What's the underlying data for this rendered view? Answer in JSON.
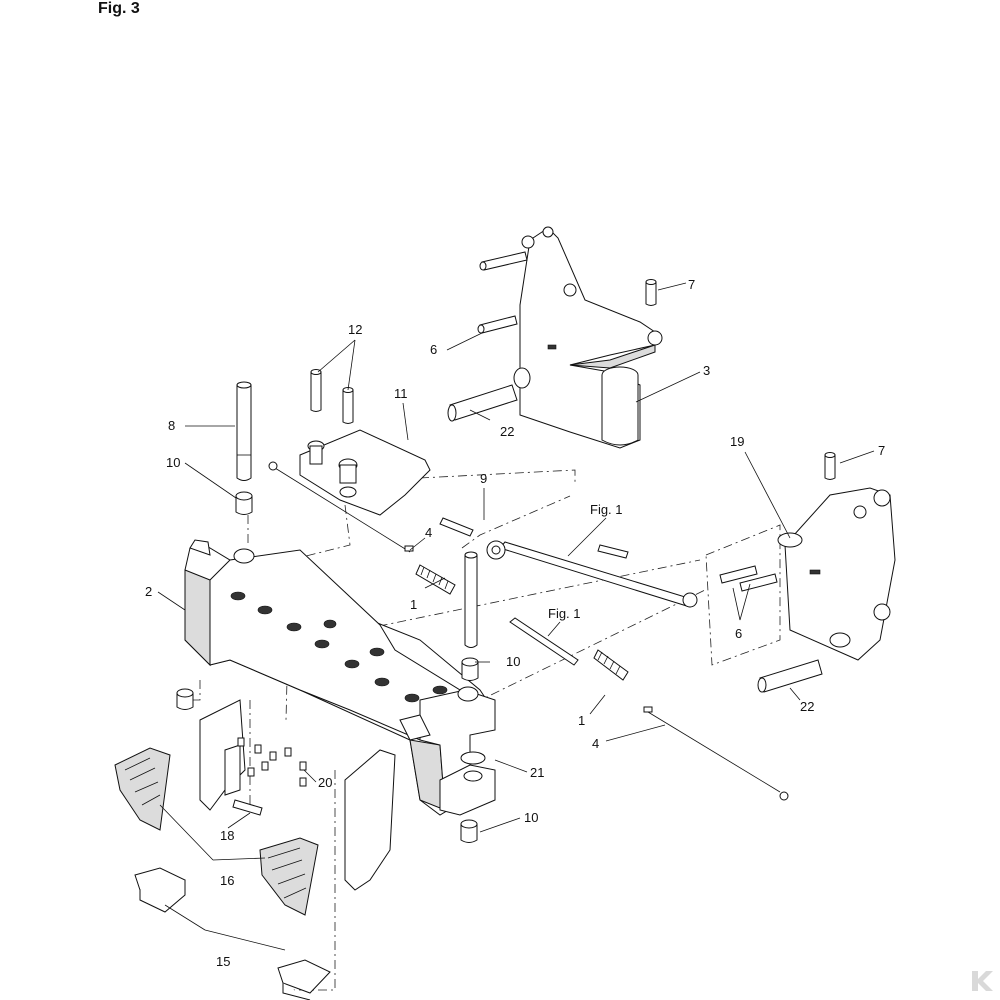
{
  "figure_title": "Fig. 3",
  "callouts": {
    "c12": "12",
    "c11": "11",
    "c8": "8",
    "c10a": "10",
    "c9": "9",
    "c4a": "4",
    "c1a": "1",
    "c2": "2",
    "c6a": "6",
    "c22a": "22",
    "c7a": "7",
    "c3": "3",
    "c19": "19",
    "c7b": "7",
    "cfig1a": "Fig. 1",
    "cfig1b": "Fig. 1",
    "c10b": "10",
    "c6b": "6",
    "c22b": "22",
    "c1b": "1",
    "c4b": "4",
    "c21": "21",
    "c20": "20",
    "c18": "18",
    "c10c": "10",
    "c16": "16",
    "c15": "15"
  },
  "colors": {
    "line": "#111111",
    "shade": "#dcdcdc"
  },
  "watermark_icon": "k-logo-icon"
}
